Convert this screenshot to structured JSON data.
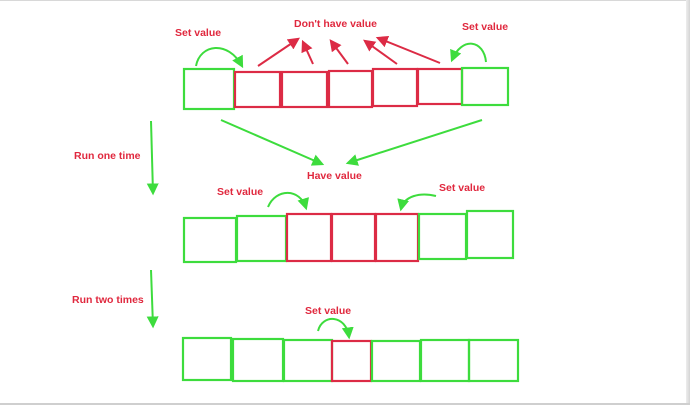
{
  "colors": {
    "set": "#3ddc3d",
    "unset": "#dc2b45",
    "text": "#e0283e"
  },
  "labels": {
    "top_left_set": "Set value",
    "top_dont_have": "Don't have value",
    "top_right_set": "Set value",
    "have_value": "Have value",
    "mid_left_set": "Set value",
    "mid_right_set": "Set value",
    "bottom_set": "Set value",
    "run_one": "Run one time",
    "run_two": "Run two times"
  },
  "rows": [
    {
      "name": "initial",
      "cells": [
        "set",
        "unset",
        "unset",
        "unset",
        "unset",
        "unset",
        "set"
      ]
    },
    {
      "name": "after-one-run",
      "cells": [
        "set",
        "set",
        "unset",
        "unset",
        "unset",
        "set",
        "set"
      ]
    },
    {
      "name": "after-two-runs",
      "cells": [
        "set",
        "set",
        "set",
        "unset",
        "set",
        "set",
        "set"
      ]
    }
  ]
}
